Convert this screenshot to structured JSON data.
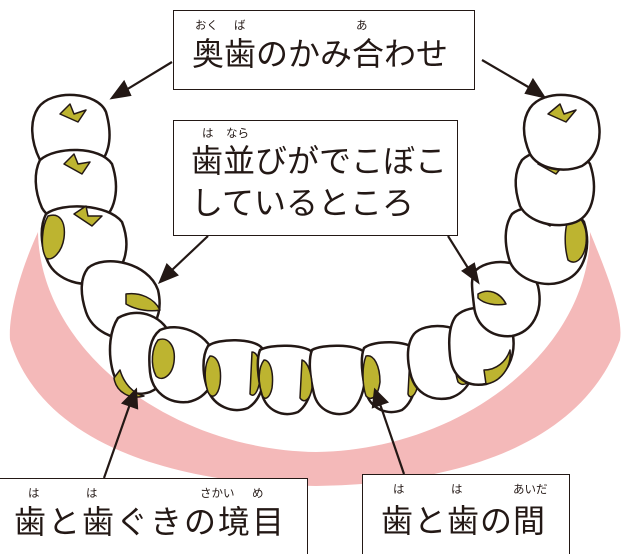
{
  "colors": {
    "gum": "#f4b9b9",
    "plaque": "#bdb430",
    "outline": "#231815",
    "tooth": "#ffffff"
  },
  "labels": {
    "molars": {
      "text": "奥歯のかみ合わせ",
      "ruby": {
        "oku": "おく",
        "ba": "ば",
        "a": "あ"
      }
    },
    "uneven": {
      "line1": "歯並びがでこぼこ",
      "line2": "しているところ",
      "ruby": {
        "ha": "は",
        "nara": "なら"
      }
    },
    "gumline": {
      "text": "歯と歯ぐきの境目",
      "ruby": {
        "ha1": "は",
        "ha2": "は",
        "sakai": "さかい",
        "me": "め"
      }
    },
    "between": {
      "text": "歯と歯の間",
      "ruby": {
        "ha1": "は",
        "ha2": "は",
        "aida": "あいだ"
      }
    }
  }
}
